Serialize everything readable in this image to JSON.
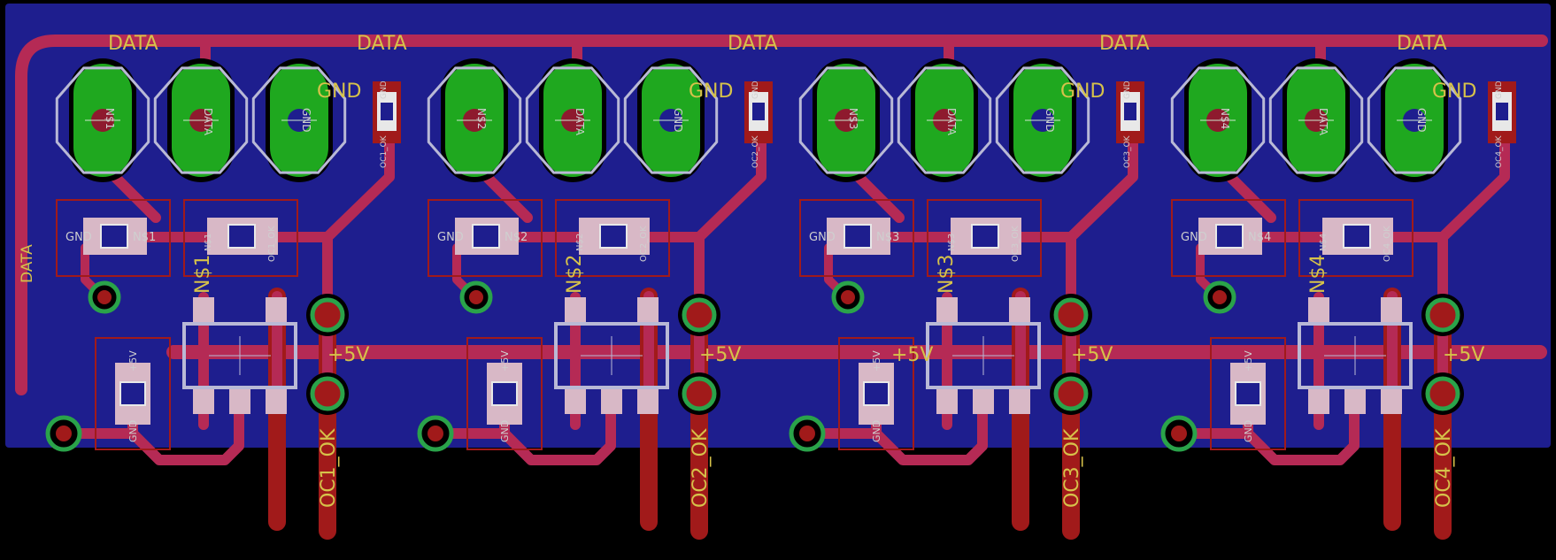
{
  "board": {
    "colors": {
      "background": "#000000",
      "ground_plane": "#1e1e8e",
      "top_copper": "#b52a55",
      "bottom_copper": "#a11a1a",
      "pad_copper": "#1fa81f",
      "silkscreen": "#b9b9d6",
      "label": "#d6c24a",
      "via_ring": "#2aa34a",
      "smd_pad": "#d8b8c6"
    },
    "net_labels": {
      "data": "DATA",
      "gnd": "GND",
      "vcc": "+5V",
      "data_vertical": "DATA"
    },
    "channels": [
      {
        "index": 1,
        "part_name": "N$1",
        "output_net": "OC1_OK",
        "header_pins": [
          "N$1",
          "DATA",
          "GND"
        ],
        "resistor_pads": [
          "GND",
          "N$1"
        ],
        "resistor2_pads": [
          "N$1",
          "OC1_OK"
        ],
        "cap_pads": [
          "GND",
          "+5V"
        ],
        "small_cap_pads": [
          "OC1_OK",
          "GND"
        ]
      },
      {
        "index": 2,
        "part_name": "N$2",
        "output_net": "OC2_OK",
        "header_pins": [
          "N$2",
          "DATA",
          "GND"
        ],
        "resistor_pads": [
          "GND",
          "N$2"
        ],
        "resistor2_pads": [
          "N$2",
          "OC2_OK"
        ],
        "cap_pads": [
          "GND",
          "+5V"
        ],
        "small_cap_pads": [
          "OC2_OK",
          "GND"
        ]
      },
      {
        "index": 3,
        "part_name": "N$3",
        "output_net": "OC3_OK",
        "header_pins": [
          "N$3",
          "DATA",
          "GND"
        ],
        "resistor_pads": [
          "GND",
          "N$3"
        ],
        "resistor2_pads": [
          "N$3",
          "OC3_OK"
        ],
        "cap_pads": [
          "GND",
          "+5V"
        ],
        "small_cap_pads": [
          "OC3_OK",
          "GND"
        ]
      },
      {
        "index": 4,
        "part_name": "N$4",
        "output_net": "OC4_OK",
        "header_pins": [
          "N$4",
          "DATA",
          "GND"
        ],
        "resistor_pads": [
          "GND",
          "N$4"
        ],
        "resistor2_pads": [
          "N$4",
          "OC4_OK"
        ],
        "cap_pads": [
          "GND",
          "+5V"
        ],
        "small_cap_pads": [
          "OC4_OK",
          "GND"
        ]
      }
    ]
  }
}
